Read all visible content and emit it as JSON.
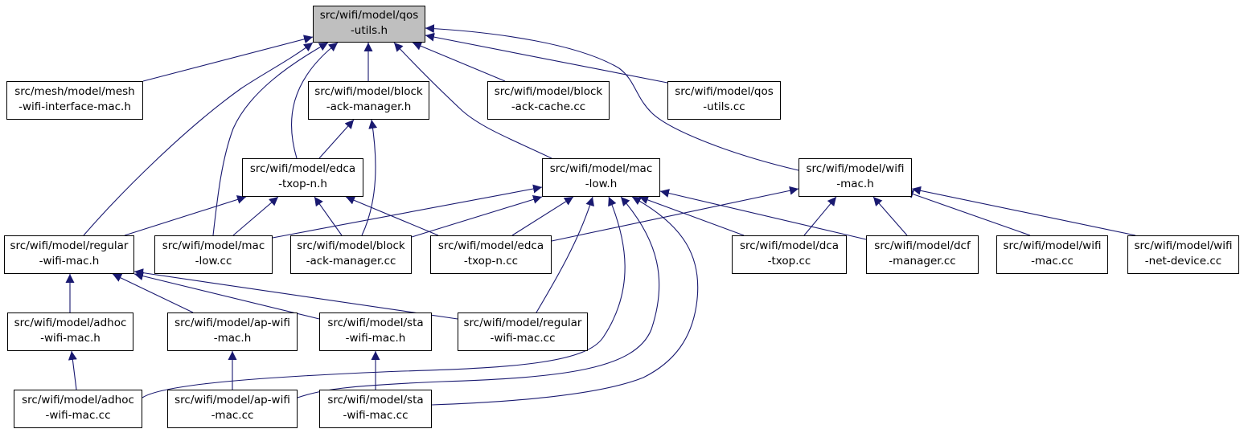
{
  "colors": {
    "edge": "#191970",
    "root_fill": "#bfbfbf",
    "node_fill": "#ffffff",
    "border": "#000000"
  },
  "nodes": [
    {
      "id": "qos_utils_h",
      "lines": [
        "src/wifi/model/qos",
        "-utils.h"
      ],
      "root": true
    },
    {
      "id": "mesh_wifi_interface_mac_h",
      "lines": [
        "src/mesh/model/mesh",
        "-wifi-interface-mac.h"
      ]
    },
    {
      "id": "block_ack_manager_h",
      "lines": [
        "src/wifi/model/block",
        "-ack-manager.h"
      ]
    },
    {
      "id": "block_ack_cache_cc",
      "lines": [
        "src/wifi/model/block",
        "-ack-cache.cc"
      ]
    },
    {
      "id": "qos_utils_cc",
      "lines": [
        "src/wifi/model/qos",
        "-utils.cc"
      ]
    },
    {
      "id": "edca_txop_n_h",
      "lines": [
        "src/wifi/model/edca",
        "-txop-n.h"
      ]
    },
    {
      "id": "mac_low_h",
      "lines": [
        "src/wifi/model/mac",
        "-low.h"
      ]
    },
    {
      "id": "wifi_mac_h",
      "lines": [
        "src/wifi/model/wifi",
        "-mac.h"
      ]
    },
    {
      "id": "regular_wifi_mac_h",
      "lines": [
        "src/wifi/model/regular",
        "-wifi-mac.h"
      ]
    },
    {
      "id": "mac_low_cc",
      "lines": [
        "src/wifi/model/mac",
        "-low.cc"
      ]
    },
    {
      "id": "block_ack_manager_cc",
      "lines": [
        "src/wifi/model/block",
        "-ack-manager.cc"
      ]
    },
    {
      "id": "edca_txop_n_cc",
      "lines": [
        "src/wifi/model/edca",
        "-txop-n.cc"
      ]
    },
    {
      "id": "dca_txop_cc",
      "lines": [
        "src/wifi/model/dca",
        "-txop.cc"
      ]
    },
    {
      "id": "dcf_manager_cc",
      "lines": [
        "src/wifi/model/dcf",
        "-manager.cc"
      ]
    },
    {
      "id": "wifi_mac_cc",
      "lines": [
        "src/wifi/model/wifi",
        "-mac.cc"
      ]
    },
    {
      "id": "wifi_net_device_cc",
      "lines": [
        "src/wifi/model/wifi",
        "-net-device.cc"
      ]
    },
    {
      "id": "adhoc_wifi_mac_h",
      "lines": [
        "src/wifi/model/adhoc",
        "-wifi-mac.h"
      ]
    },
    {
      "id": "ap_wifi_mac_h",
      "lines": [
        "src/wifi/model/ap-wifi",
        "-mac.h"
      ]
    },
    {
      "id": "sta_wifi_mac_h",
      "lines": [
        "src/wifi/model/sta",
        "-wifi-mac.h"
      ]
    },
    {
      "id": "regular_wifi_mac_cc",
      "lines": [
        "src/wifi/model/regular",
        "-wifi-mac.cc"
      ]
    },
    {
      "id": "adhoc_wifi_mac_cc",
      "lines": [
        "src/wifi/model/adhoc",
        "-wifi-mac.cc"
      ]
    },
    {
      "id": "ap_wifi_mac_cc",
      "lines": [
        "src/wifi/model/ap-wifi",
        "-mac.cc"
      ]
    },
    {
      "id": "sta_wifi_mac_cc",
      "lines": [
        "src/wifi/model/sta",
        "-wifi-mac.cc"
      ]
    }
  ],
  "edges": [
    {
      "from": "mesh_wifi_interface_mac_h",
      "to": "qos_utils_h"
    },
    {
      "from": "block_ack_manager_h",
      "to": "qos_utils_h"
    },
    {
      "from": "block_ack_cache_cc",
      "to": "qos_utils_h"
    },
    {
      "from": "qos_utils_cc",
      "to": "qos_utils_h"
    },
    {
      "from": "edca_txop_n_h",
      "to": "qos_utils_h"
    },
    {
      "from": "mac_low_h",
      "to": "qos_utils_h"
    },
    {
      "from": "wifi_mac_h",
      "to": "qos_utils_h"
    },
    {
      "from": "regular_wifi_mac_h",
      "to": "qos_utils_h"
    },
    {
      "from": "mac_low_cc",
      "to": "qos_utils_h"
    },
    {
      "from": "edca_txop_n_h",
      "to": "block_ack_manager_h"
    },
    {
      "from": "block_ack_manager_cc",
      "to": "block_ack_manager_h"
    },
    {
      "from": "regular_wifi_mac_h",
      "to": "edca_txop_n_h"
    },
    {
      "from": "mac_low_cc",
      "to": "edca_txop_n_h"
    },
    {
      "from": "block_ack_manager_cc",
      "to": "edca_txop_n_h"
    },
    {
      "from": "edca_txop_n_cc",
      "to": "edca_txop_n_h"
    },
    {
      "from": "mac_low_cc",
      "to": "mac_low_h"
    },
    {
      "from": "block_ack_manager_cc",
      "to": "mac_low_h"
    },
    {
      "from": "edca_txop_n_cc",
      "to": "mac_low_h"
    },
    {
      "from": "regular_wifi_mac_cc",
      "to": "mac_low_h"
    },
    {
      "from": "dca_txop_cc",
      "to": "mac_low_h"
    },
    {
      "from": "dcf_manager_cc",
      "to": "mac_low_h"
    },
    {
      "from": "adhoc_wifi_mac_cc",
      "to": "mac_low_h"
    },
    {
      "from": "ap_wifi_mac_cc",
      "to": "mac_low_h"
    },
    {
      "from": "sta_wifi_mac_cc",
      "to": "mac_low_h"
    },
    {
      "from": "edca_txop_n_cc",
      "to": "wifi_mac_h"
    },
    {
      "from": "dca_txop_cc",
      "to": "wifi_mac_h"
    },
    {
      "from": "dcf_manager_cc",
      "to": "wifi_mac_h"
    },
    {
      "from": "wifi_mac_cc",
      "to": "wifi_mac_h"
    },
    {
      "from": "wifi_net_device_cc",
      "to": "wifi_mac_h"
    },
    {
      "from": "adhoc_wifi_mac_h",
      "to": "regular_wifi_mac_h"
    },
    {
      "from": "ap_wifi_mac_h",
      "to": "regular_wifi_mac_h"
    },
    {
      "from": "sta_wifi_mac_h",
      "to": "regular_wifi_mac_h"
    },
    {
      "from": "regular_wifi_mac_cc",
      "to": "regular_wifi_mac_h"
    },
    {
      "from": "adhoc_wifi_mac_cc",
      "to": "adhoc_wifi_mac_h"
    },
    {
      "from": "ap_wifi_mac_cc",
      "to": "ap_wifi_mac_h"
    },
    {
      "from": "sta_wifi_mac_cc",
      "to": "sta_wifi_mac_h"
    }
  ]
}
